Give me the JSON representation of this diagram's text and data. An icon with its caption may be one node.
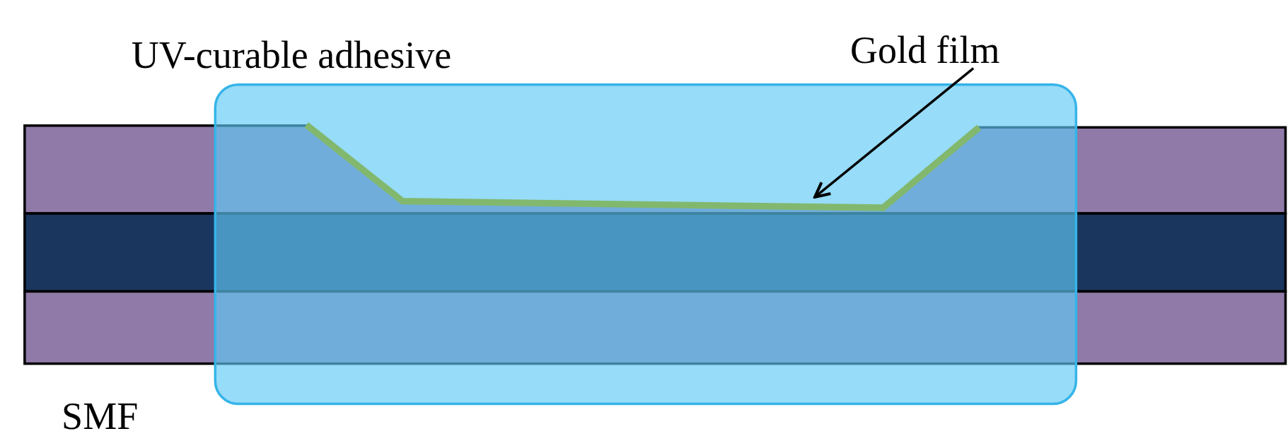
{
  "diagram": {
    "nodes": [
      {
        "text": [
          "Gold film"
        ]
      },
      {
        "text": [],
        "shape": "bar"
      }
    ],
    "edges": [
      {
        "from": 0,
        "to": 1,
        "arrow": "to"
      }
    ],
    "labels": [
      "UV-curable adhesive",
      "SMF"
    ]
  }
}
